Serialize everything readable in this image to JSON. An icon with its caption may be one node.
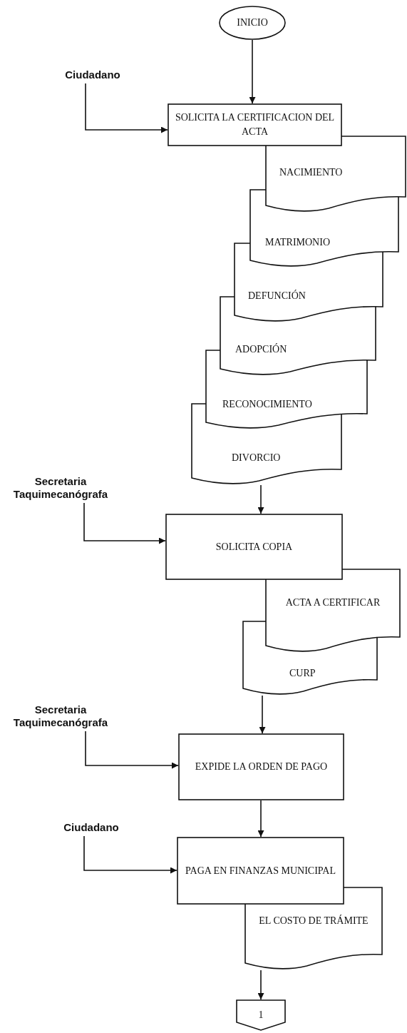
{
  "diagram": {
    "nodes": [
      {
        "text": [
          "INICIO"
        ]
      },
      {
        "text": [
          "Ciudadano"
        ]
      },
      {
        "text": [
          "SOLICITA LA CERTIFICACION DEL ACTA"
        ]
      },
      {
        "text": [
          "NACIMIENTO"
        ]
      },
      {
        "text": [
          "MATRIMONIO"
        ]
      },
      {
        "text": [
          "DEFUNCIÓN"
        ]
      },
      {
        "text": [
          "ADOPCIÓN"
        ]
      },
      {
        "text": [
          "RECONOCIMIENTO"
        ]
      },
      {
        "text": [
          "DIVORCIO"
        ]
      },
      {
        "text": [
          "Secretaria Taquimecanógrafa"
        ]
      },
      {
        "text": [
          "SOLICITA COPIA"
        ]
      },
      {
        "text": [
          "ACTA A CERTIFICAR"
        ]
      },
      {
        "text": [
          "CURP"
        ]
      },
      {
        "text": [
          "Secretaria Taquimecanógrafa"
        ]
      },
      {
        "text": [
          "EXPIDE LA ORDEN DE PAGO"
        ]
      },
      {
        "text": [
          "Ciudadano"
        ]
      },
      {
        "text": [
          "PAGA EN FINANZAS MUNICIPAL"
        ]
      },
      {
        "text": [
          "EL COSTO DE TRÁMITE"
        ]
      },
      {
        "text": [
          "1"
        ]
      }
    ],
    "edges": [
      {
        "from": 0,
        "to": 2,
        "arrow": "to"
      },
      {
        "from": 1,
        "to": 2,
        "arrow": "to"
      },
      {
        "from": 8,
        "to": 10,
        "arrow": "to"
      },
      {
        "from": 9,
        "to": 10,
        "arrow": "to"
      },
      {
        "from": 12,
        "to": 14,
        "arrow": "to"
      },
      {
        "from": 13,
        "to": 14,
        "arrow": "to"
      },
      {
        "from": 14,
        "to": 16,
        "arrow": "to"
      },
      {
        "from": 15,
        "to": 16,
        "arrow": "to"
      },
      {
        "from": 17,
        "to": 18,
        "arrow": "to"
      }
    ]
  }
}
